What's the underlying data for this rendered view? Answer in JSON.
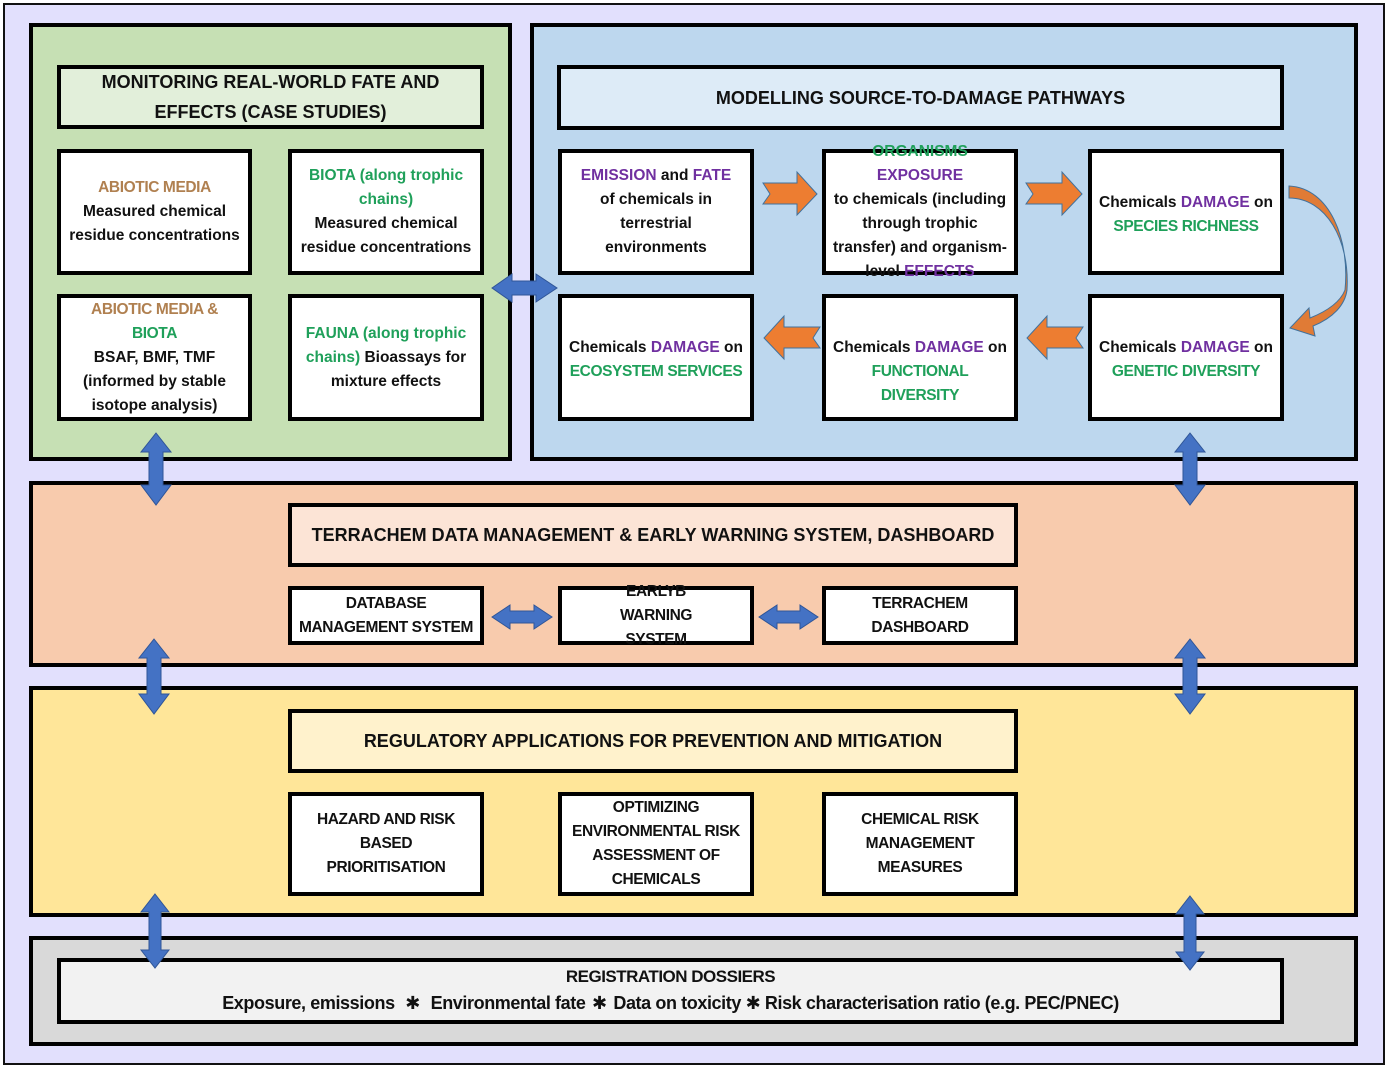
{
  "monitoring": {
    "title": "MONITORING REAL-WORLD FATE AND EFFECTS (CASE STUDIES)",
    "boxes": [
      {
        "highlight": "ABIOTIC MEDIA",
        "text": "Measured chemical residue concentrations"
      },
      {
        "highlight": "BIOTA (along trophic chains)",
        "text": "Measured chemical residue concentrations"
      },
      {
        "highlight_a": "ABIOTIC MEDIA",
        "joiner": " & ",
        "highlight_b": "BIOTA",
        "text": "BSAF, BMF, TMF (informed by stable isotope analysis)"
      },
      {
        "highlight": "FAUNA (along trophic chains)",
        "text": " Bioassays for mixture effects"
      }
    ]
  },
  "modelling": {
    "title": "MODELLING SOURCE-TO-DAMAGE PATHWAYS",
    "emission": {
      "a": "EMISSION",
      "b": " and ",
      "c": "FATE",
      "d": "of chemicals in terrestrial environments"
    },
    "exposure": {
      "a": "ORGANISMS ",
      "b": "EXPOSURE",
      "c": "to chemicals (including through trophic transfer) and organism-level ",
      "d": "EFFECTS"
    },
    "damage_prefix": "Chemicals ",
    "damage_word": "DAMAGE",
    "damage_suffix": " on",
    "species": "SPECIES RICHNESS",
    "genetic": "GENETIC DIVERSITY",
    "functional": "FUNCTIONAL DIVERSITY",
    "ecosystem": "ECOSYSTEM SERVICES"
  },
  "data_mgmt": {
    "title": "TERRACHEM DATA MANAGEMENT & EARLY WARNING SYSTEM, DASHBOARD",
    "boxes": [
      "DATABASE MANAGEMENT SYSTEM",
      "EARLYB WARNING SYSTEM",
      "TERRACHEM DASHBOARD"
    ]
  },
  "regulatory": {
    "title": "REGULATORY APPLICATIONS FOR PREVENTION AND MITIGATION",
    "boxes": [
      "HAZARD AND RISK BASED PRIORITISATION",
      "OPTIMIZING ENVIRONMENTAL RISK ASSESSMENT OF CHEMICALS",
      "CHEMICAL RISK MANAGEMENT MEASURES"
    ]
  },
  "registration": {
    "title": "REGISTRATION DOSSIERS",
    "items": [
      "Exposure, emissions",
      "Environmental fate",
      "Data on toxicity",
      "Risk characterisation ratio (e.g. PEC/PNEC)"
    ],
    "separator": "✱"
  },
  "colors": {
    "arrow_blue": "#4472c4",
    "arrow_orange": "#ed7d31",
    "highlight_brown": "#b08050",
    "highlight_green": "#1fa05a",
    "highlight_purple": "#7030a0"
  }
}
